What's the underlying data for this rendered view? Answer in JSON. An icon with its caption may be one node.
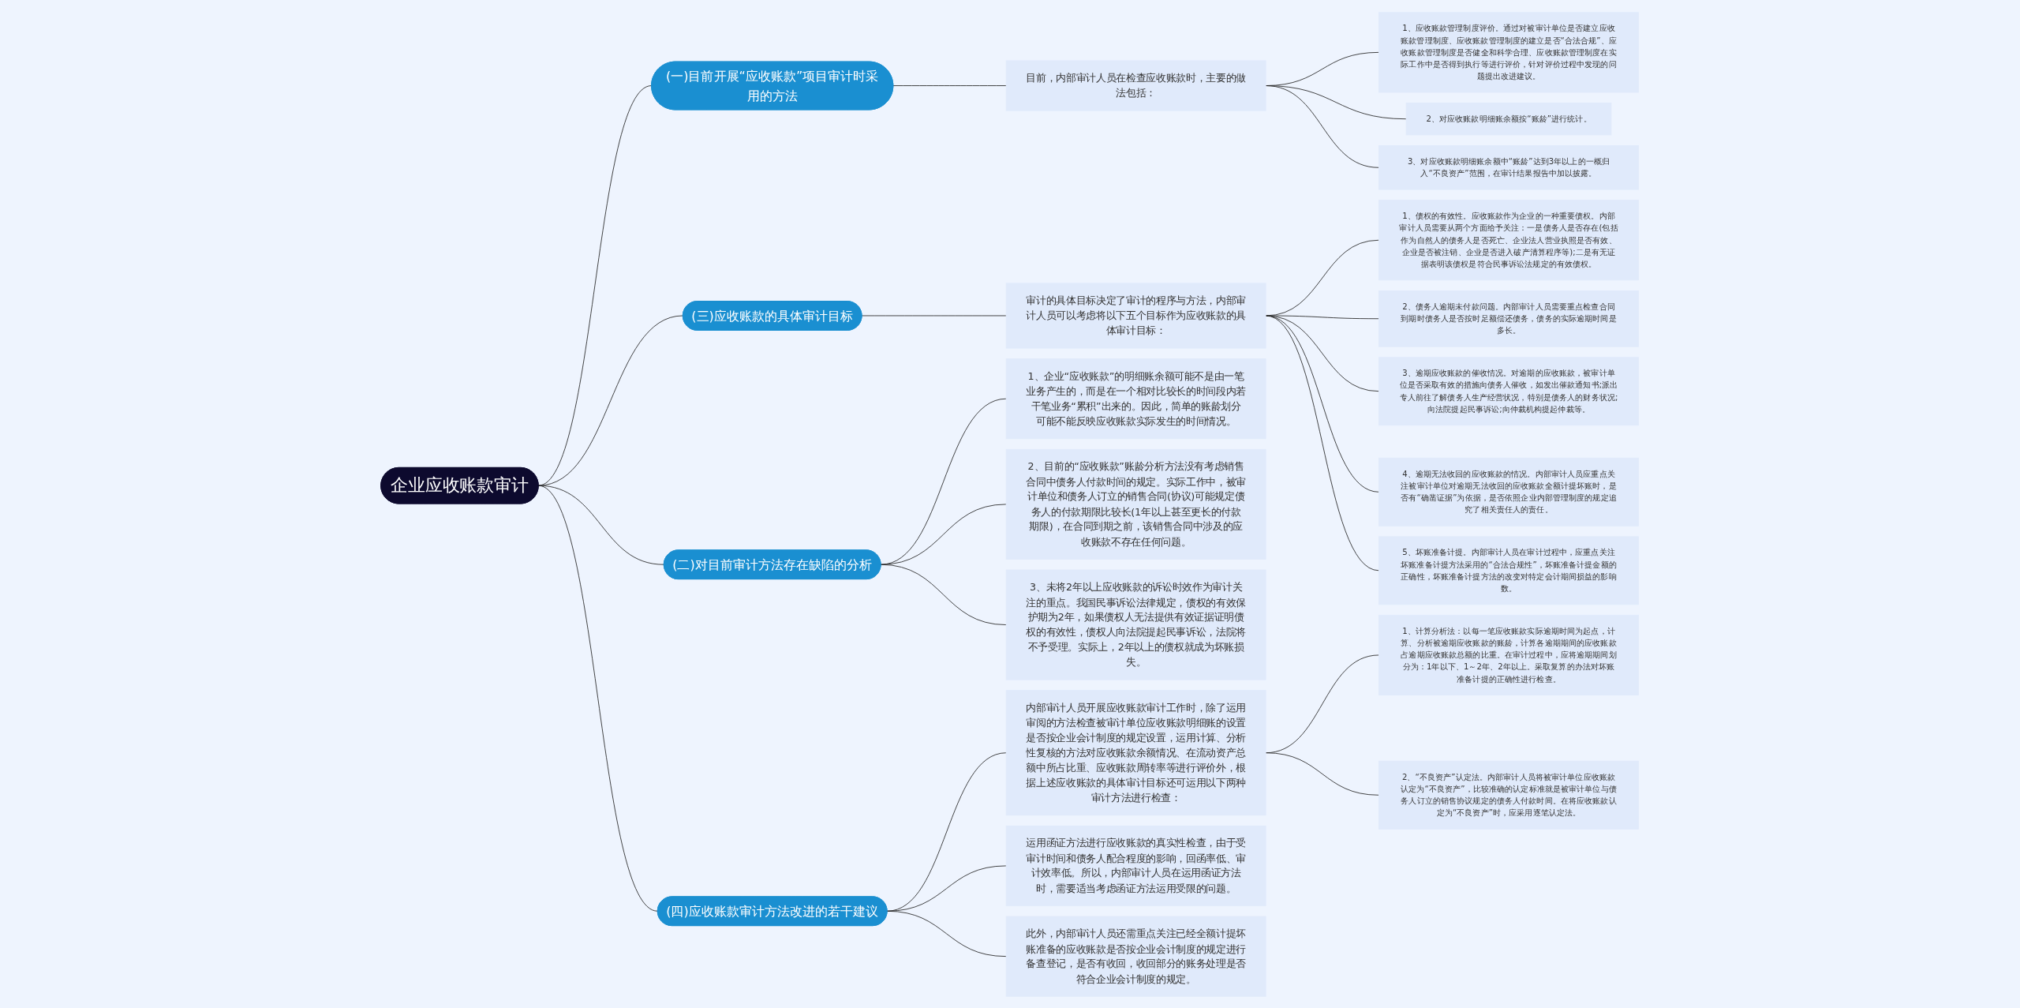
{
  "diagram": {
    "nodes": [
      {
        "text": [
          "企业应收账款审计"
        ]
      },
      {
        "text": [
          "(一)目前开展“应收账款”项目审计时采用的方法"
        ]
      },
      {
        "text": [
          "目前，内部审计人员在检查应收账款时，主要的做法包括："
        ]
      },
      {
        "text": [
          "1、应收账款管理制度评价。通过对被审计单位是否建立应收账款管理制度、应收账款管理制度的建立是否“合法合规”、应收账款管理制度是否健全和科学合理、应收账款管理制度在实际工作中是否得到执行等进行评价，针对评价过程中发现的问题提出改进建议。"
        ]
      },
      {
        "text": [
          "2、对应收账款明细账余额按“账龄”进行统计。"
        ]
      },
      {
        "text": [
          "3、对应收账款明细账余额中“账龄”达到3年以上的一概归入“不良资产”范围，在审计结果报告中加以披露。"
        ]
      },
      {
        "text": [
          "(三)应收账款的具体审计目标"
        ]
      },
      {
        "text": [
          "审计的具体目标决定了审计的程序与方法，内部审计人员可以考虑将以下五个目标作为应收账款的具体审计目标："
        ]
      },
      {
        "text": [
          "1、债权的有效性。应收账款作为企业的一种重要债权。内部审计人员需要从两个方面给予关注：一是债务人是否存在(包括作为自然人的债务人是否死亡、企业法人营业执照是否有效、企业是否被注销、企业是否进入破产清算程序等);二是有无证据表明该债权是符合民事诉讼法规定的有效债权。"
        ]
      },
      {
        "text": [
          "2、债务人逾期未付款问题。内部审计人员需要重点检查合同到期时债务人是否按时足额偿还债务，债务的实际逾期时间是多长。"
        ]
      },
      {
        "text": [
          "3、逾期应收账款的催收情况。对逾期的应收账款，被审计单位是否采取有效的措施向债务人催收，如发出催款通知书;派出专人前往了解债务人生产经营状况，特别是债务人的财务状况;向法院提起民事诉讼;向仲裁机构提起仲裁等。"
        ]
      },
      {
        "text": [
          "4、逾期无法收回的应收账款的情况。内部审计人员应重点关注被审计单位对逾期无法收回的应收账款全额计提坏账时，是否有“确凿证据”为依据，是否依照企业内部管理制度的规定追究了相关责任人的责任。"
        ]
      },
      {
        "text": [
          "5、坏账准备计提。内部审计人员在审计过程中，应重点关注坏账准备计提方法采用的“合法合规性”，坏账准备计提金额的正确性，坏账准备计提方法的改变对特定会计期间损益的影响数。"
        ]
      },
      {
        "text": [
          "(二)对目前审计方法存在缺陷的分析"
        ]
      },
      {
        "text": [
          "1、企业“应收账款”的明细账余额可能不是由一笔业务产生的，而是在一个相对比较长的时间段内若干笔业务“累积”出来的。因此，简单的账龄划分可能不能反映应收账款实际发生的时间情况。"
        ]
      },
      {
        "text": [
          "2、目前的“应收账款”账龄分析方法没有考虑销售合同中债务人付款时间的规定。实际工作中，被审计单位和债务人订立的销售合同(协议)可能规定债务人的付款期限比较长(1年以上甚至更长的付款期限)，在合同到期之前，该销售合同中涉及的应收账款不存在任何问题。"
        ]
      },
      {
        "text": [
          "3、未将2年以上应收账款的诉讼时效作为审计关注的重点。我国民事诉讼法律规定，债权的有效保护期为2年，如果债权人无法提供有效证据证明债权的有效性，债权人向法院提起民事诉讼，法院将不予受理。实际上，2年以上的债权就成为坏账损失。"
        ]
      },
      {
        "text": [
          "(四)应收账款审计方法改进的若干建议"
        ]
      },
      {
        "text": [
          "内部审计人员开展应收账款审计工作时，除了运用审阅的方法检查被审计单位应收账款明细账的设置是否按企业会计制度的规定设置，运用计算、分析性复核的方法对应收账款余额情况、在流动资产总额中所占比重、应收账款周转率等进行评价外，根据上述应收账款的具体审计目标还可运用以下两种审计方法进行检查："
        ]
      },
      {
        "text": [
          "1、计算分析法：以每一笔应收账款实际逾期时间为起点，计算、分析被逾期应收账款的账龄，计算各逾期期间的应收账款占逾期应收账款总额的比重。在审计过程中，应将逾期期间划分为：1年以下、1～2年、2年以上。采取复算的办法对坏账准备计提的正确性进行检查。"
        ]
      },
      {
        "text": [
          "2、“不良资产”认定法。内部审计人员将被审计单位应收账款认定为“不良资产”，比较准确的认定标准就是被审计单位与债务人订立的销售协议规定的债务人付款时间。在将应收账款认定为“不良资产”时，应采用逐笔认定法。"
        ]
      },
      {
        "text": [
          "运用函证方法进行应收账款的真实性检查，由于受审计时间和债务人配合程度的影响，回函率低、审计效率低。所以，内部审计人员在运用函证方法时，需要适当考虑函证方法运用受限的问题。"
        ]
      },
      {
        "text": [
          "此外，内部审计人员还需重点关注已经全额计提坏账准备的应收账款是否按企业会计制度的规定进行备查登记，是否有收回，收回部分的账务处理是否符合企业会计制度的规定。"
        ]
      }
    ],
    "edges": [
      {
        "from": 0,
        "to": 1,
        "arrow": "none"
      },
      {
        "from": 1,
        "to": 2,
        "arrow": "none"
      },
      {
        "from": 2,
        "to": 3,
        "arrow": "none"
      },
      {
        "from": 2,
        "to": 4,
        "arrow": "none"
      },
      {
        "from": 2,
        "to": 5,
        "arrow": "none"
      },
      {
        "from": 0,
        "to": 6,
        "arrow": "none"
      },
      {
        "from": 6,
        "to": 7,
        "arrow": "none"
      },
      {
        "from": 7,
        "to": 8,
        "arrow": "none"
      },
      {
        "from": 7,
        "to": 9,
        "arrow": "none"
      },
      {
        "from": 7,
        "to": 10,
        "arrow": "none"
      },
      {
        "from": 7,
        "to": 11,
        "arrow": "none"
      },
      {
        "from": 7,
        "to": 12,
        "arrow": "none"
      },
      {
        "from": 0,
        "to": 13,
        "arrow": "none"
      },
      {
        "from": 13,
        "to": 14,
        "arrow": "none"
      },
      {
        "from": 13,
        "to": 15,
        "arrow": "none"
      },
      {
        "from": 13,
        "to": 16,
        "arrow": "none"
      },
      {
        "from": 0,
        "to": 17,
        "arrow": "none"
      },
      {
        "from": 17,
        "to": 18,
        "arrow": "none"
      },
      {
        "from": 18,
        "to": 19,
        "arrow": "none"
      },
      {
        "from": 18,
        "to": 20,
        "arrow": "none"
      },
      {
        "from": 17,
        "to": 21,
        "arrow": "none"
      },
      {
        "from": 17,
        "to": 22,
        "arrow": "none"
      }
    ]
  }
}
